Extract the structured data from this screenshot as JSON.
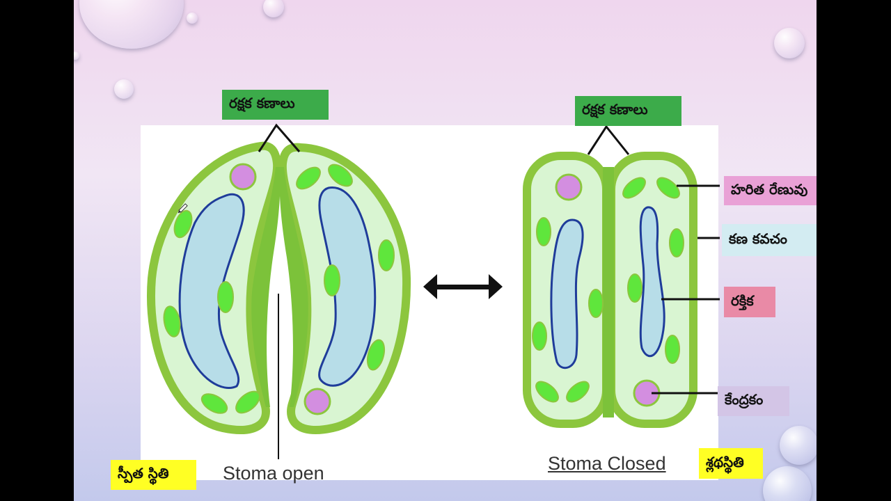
{
  "labels": {
    "guard_cells_left": "రక్షక కణాలు",
    "guard_cells_right": "రక్షక కణాలు",
    "chloroplast": "హరిత రేణువు",
    "cell_wall": "కణ కవచం",
    "vacuole": "రక్తిక",
    "nucleus": "కేంద్రకం",
    "turgid_state": "స్పీత స్థితి",
    "flaccid_state": "శ్లథస్థితి"
  },
  "captions": {
    "stoma_open": "Stoma open",
    "stoma_closed": "Stoma Closed"
  },
  "colors": {
    "cell_outline": "#8cc63e",
    "cytoplasm": "#d9f5d2",
    "chloroplast": "#5fe63c",
    "vacuole": "#b7dde8",
    "vacuole_outline": "#1f3c9a",
    "nucleus": "#d38ee0",
    "label_green": "#3cab4a",
    "highlight_yellow": "#ffff24"
  }
}
